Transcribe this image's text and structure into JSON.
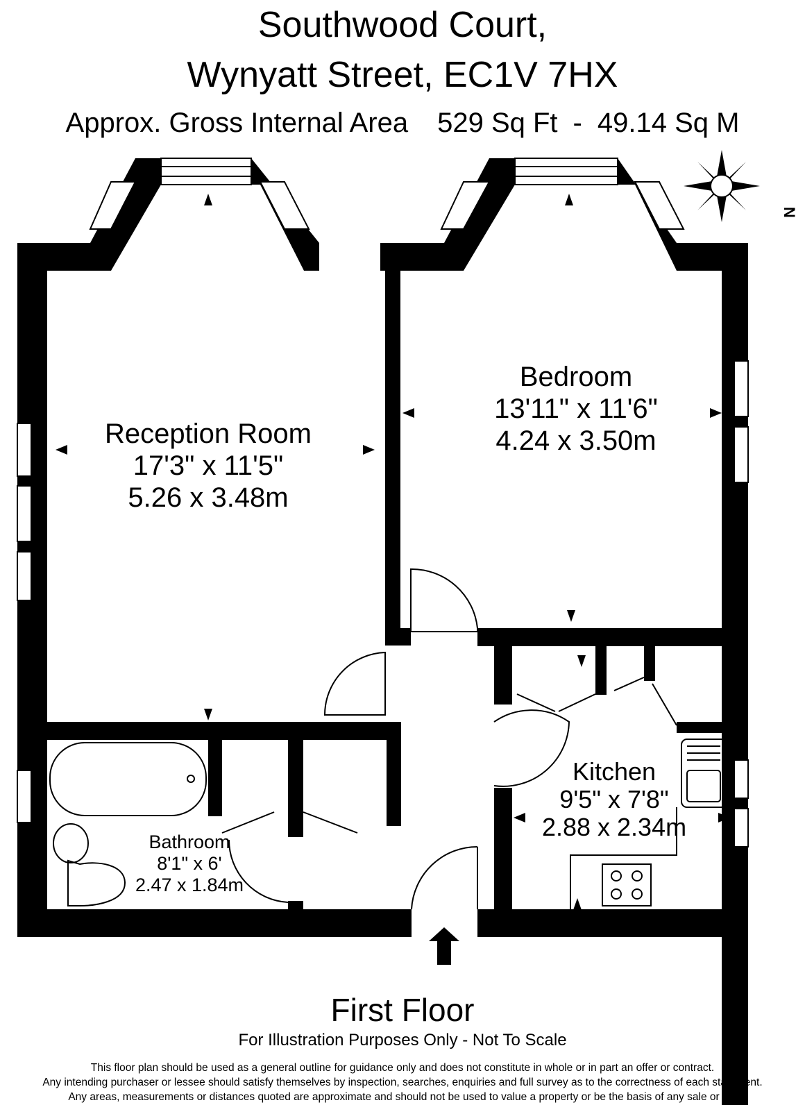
{
  "header": {
    "address_line1": "Southwood Court,",
    "address_line2": "Wynyatt Street, EC1V 7HX",
    "area_label": "Approx. Gross Internal Area",
    "area_sqft": "529 Sq Ft",
    "area_sep": "-",
    "area_sqm": "49.14 Sq M"
  },
  "compass": {
    "north_label": "N",
    "icon": "compass-rose-icon"
  },
  "rooms": {
    "reception": {
      "name": "Reception Room",
      "imperial": "17'3\" x 11'5\"",
      "metric": "5.26 x 3.48m"
    },
    "bedroom": {
      "name": "Bedroom",
      "imperial": "13'11\" x 11'6\"",
      "metric": "4.24 x 3.50m"
    },
    "kitchen": {
      "name": "Kitchen",
      "imperial": "9'5\" x 7'8\"",
      "metric": "2.88 x 2.34m"
    },
    "bathroom": {
      "name": "Bathroom",
      "imperial": "8'1\" x 6'",
      "metric": "2.47 x 1.84m"
    }
  },
  "footer": {
    "floor_name": "First Floor",
    "illustration_note": "For Illustration Purposes Only - Not To Scale",
    "disclaimer_lines": [
      "This floor plan should be used as a general outline for guidance only and does not constitute in whole or in part an offer or contract.",
      "Any intending purchaser or lessee should satisfy themselves by inspection, searches, enquiries and full survey as to the correctness of each statement.",
      "Any areas, measurements or distances quoted are approximate and should not be used to value a property or be the basis of any sale or let."
    ]
  },
  "colors": {
    "wall": "#000000",
    "background": "#ffffff"
  }
}
